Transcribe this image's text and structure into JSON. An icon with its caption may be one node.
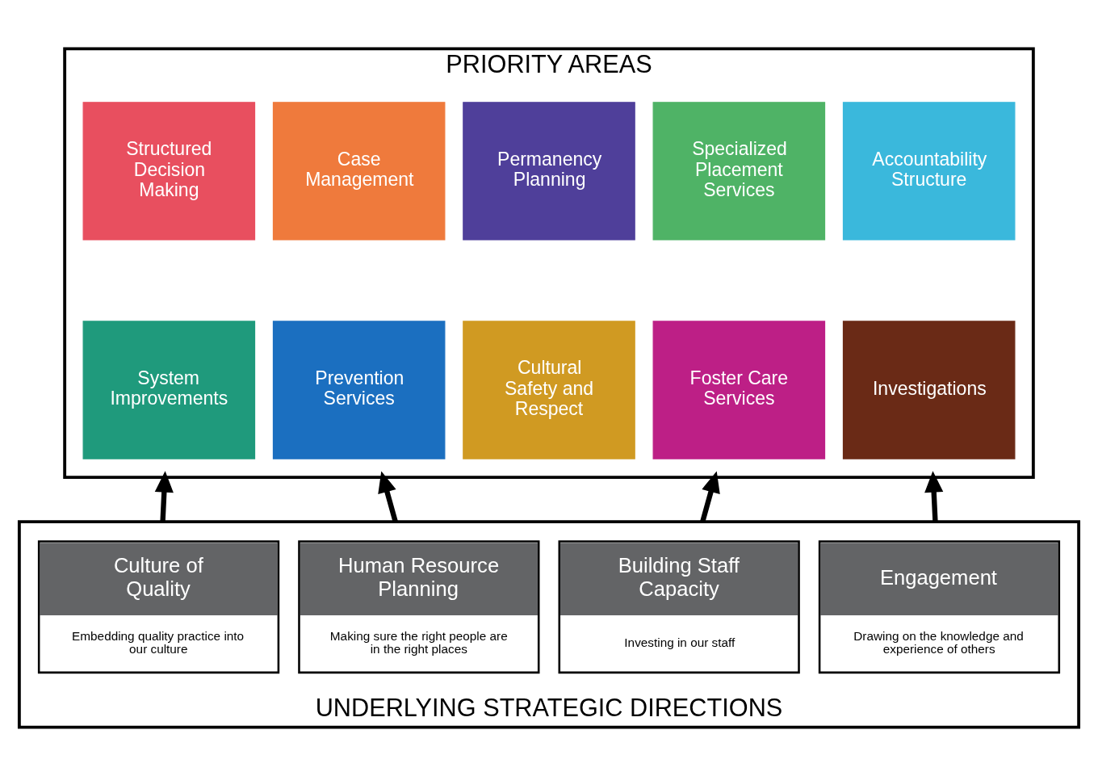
{
  "diagram": {
    "nodes": [
      {
        "text": [
          "PRIORITY AREAS"
        ]
      },
      {
        "text": [
          "Structured Decision Making"
        ],
        "in": 0
      },
      {
        "text": [
          "Case Management"
        ],
        "in": 0
      },
      {
        "text": [
          "Permanency Planning"
        ],
        "in": 0
      },
      {
        "text": [
          "Specialized Placement Services"
        ],
        "in": 0
      },
      {
        "text": [
          "Accountability Structure"
        ],
        "in": 0
      },
      {
        "text": [
          "System Improvements"
        ],
        "in": 0
      },
      {
        "text": [
          "Prevention Services"
        ],
        "in": 0
      },
      {
        "text": [
          "Cultural Safety and Respect"
        ],
        "in": 0
      },
      {
        "text": [
          "Foster Care Services"
        ],
        "in": 0
      },
      {
        "text": [
          "Investigations"
        ],
        "in": 0
      },
      {
        "text": [
          "UNDERLYING STRATEGIC DIRECTIONS"
        ]
      },
      {
        "text": [
          "Culture of Quality",
          "Embedding quality practice into our culture"
        ],
        "in": 11
      },
      {
        "text": [
          "Human Resource Planning",
          "Making sure the right people are in the right places"
        ],
        "in": 11
      },
      {
        "text": [
          "Building Staff Capacity",
          "Investing in our staff"
        ],
        "in": 11
      },
      {
        "text": [
          "Engagement",
          "Drawing on the knowledge and experience of others"
        ],
        "in": 11
      }
    ],
    "edges": [
      {
        "from": 11,
        "to": 0,
        "arrow": "to"
      },
      {
        "from": 11,
        "to": 0,
        "arrow": "to"
      },
      {
        "from": 11,
        "to": 0,
        "arrow": "to"
      },
      {
        "from": 11,
        "to": 0,
        "arrow": "to"
      }
    ]
  }
}
